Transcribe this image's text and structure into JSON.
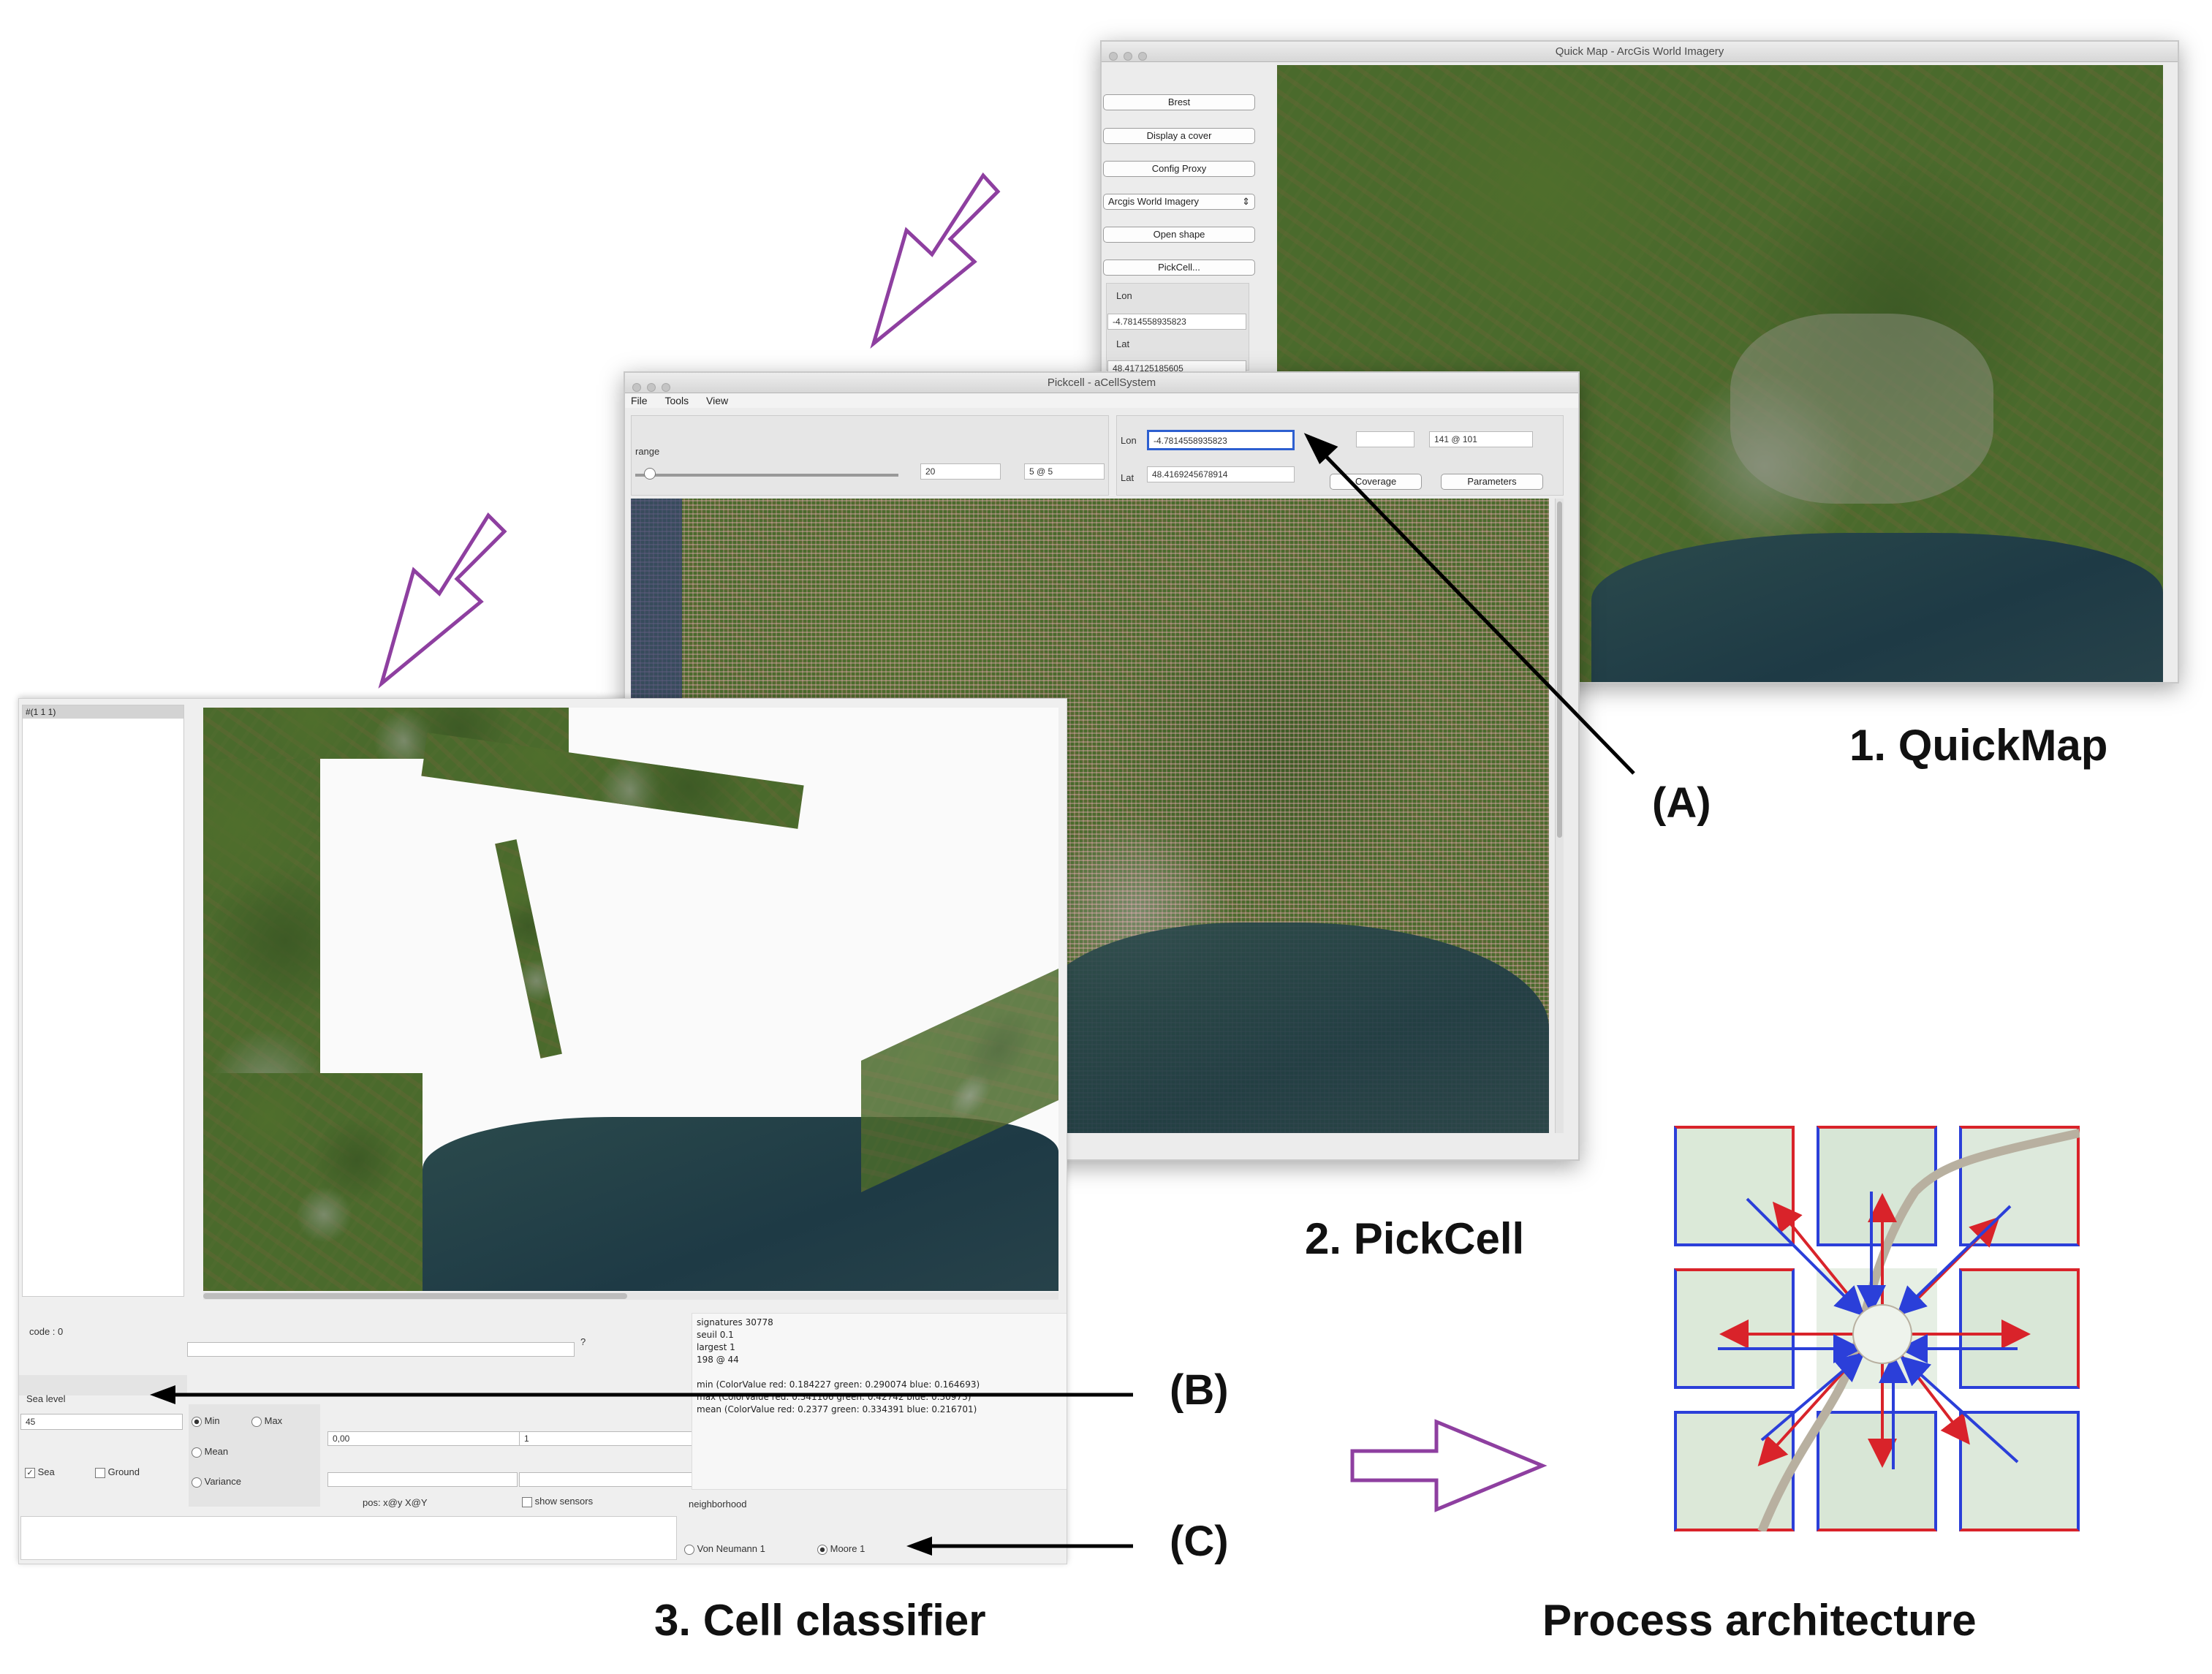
{
  "quickmap": {
    "title": "Quick Map - ArcGis World Imagery",
    "buttons": [
      "Brest",
      "Display a cover",
      "Config Proxy",
      "Open shape",
      "PickCell..."
    ],
    "layer_select": "Arcgis World Imagery",
    "lon_label": "Lon",
    "lon_value": "-4.7814558935823",
    "lat_label": "Lat",
    "lat_value": "48.417125185605"
  },
  "pickcell": {
    "title": "Pickcell - aCellSystem",
    "menu": [
      "File",
      "Tools",
      "View"
    ],
    "range_label": "range",
    "range_value": "20",
    "range_extra": "5 @ 5",
    "lon_label": "Lon",
    "lon_value": "-4.7814558935823",
    "lat_label": "Lat",
    "lat_value": "48.4169245678914",
    "coverage_button": "Coverage",
    "parameters_button": "Parameters",
    "pos_value": "141 @ 101"
  },
  "classifier": {
    "list_item": "#(1 1 1)",
    "code_label": "code : 0",
    "question": "?",
    "sea_level_label": "Sea level",
    "sea_level_value": "45",
    "min_label": "Min",
    "max_label": "Max",
    "mean_label": "Mean",
    "variance_label": "Variance",
    "sea_label": "Sea",
    "ground_label": "Ground",
    "value_a": "0,00",
    "value_b": "1",
    "pos_label": "pos: x@y X@Y",
    "show_sensors_label": "show sensors",
    "neighborhood_label": "neighborhood",
    "von_neumann_label": "Von Neumann 1",
    "moore_label": "Moore 1",
    "info_lines": [
      "signatures  30778",
      "seuil  0.1",
      "largest  1",
      "198 @ 44",
      "",
      "min (ColorValue red: 0.184227 green: 0.290074 blue: 0.164693)",
      "max (ColorValue red: 0.341106 green: 0.42742 blue: 0.30973)",
      "mean (ColorValue red: 0.2377 green: 0.334391 blue: 0.216701)"
    ]
  },
  "labels": {
    "quickmap": "1. QuickMap",
    "pickcell": "2. PickCell",
    "classifier": "3. Cell classifier",
    "architecture": "Process architecture",
    "a": "(A)",
    "b": "(B)",
    "c": "(C)"
  },
  "colors": {
    "hollow_arrow": "#8e3fa0",
    "arch_red": "#d9232a",
    "arch_blue": "#2b3fd9"
  }
}
